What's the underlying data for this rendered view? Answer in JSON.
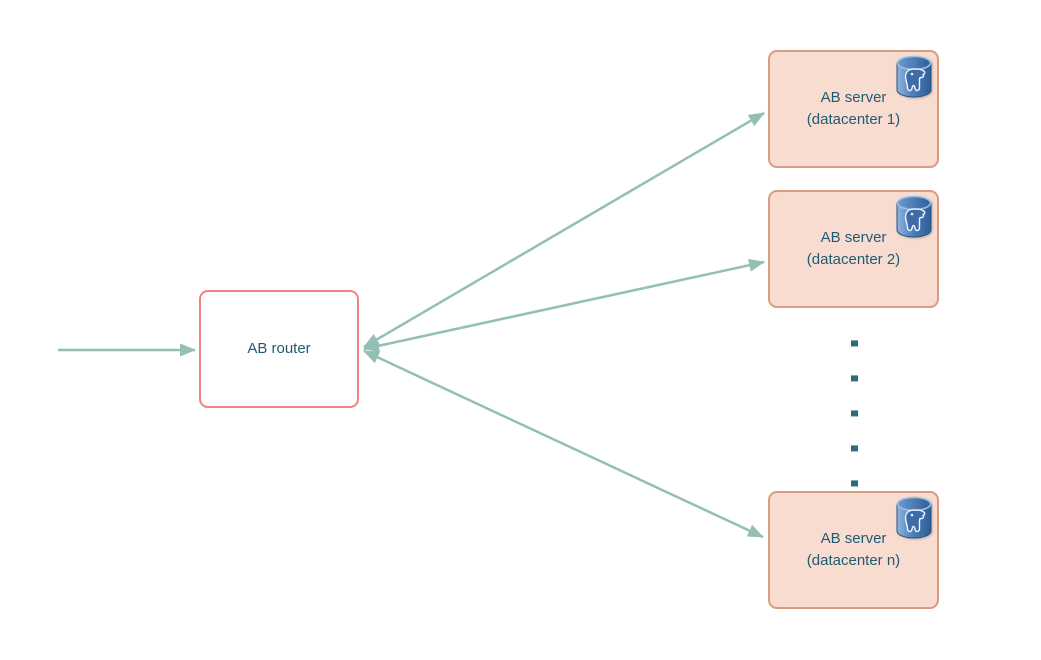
{
  "diagram": {
    "router": {
      "label": "AB router"
    },
    "servers": [
      {
        "line1": "AB server",
        "line2": "(datacenter 1)"
      },
      {
        "line1": "AB server",
        "line2": "(datacenter 2)"
      },
      {
        "line1": "AB server",
        "line2": "(datacenter n)"
      }
    ],
    "ellipsis_dot_count": 5,
    "icons": {
      "database": "postgresql-database-icon"
    },
    "colors": {
      "background": "#ffffff",
      "arrow": "#93bfb5",
      "router_border": "#f4837e",
      "router_fill": "#ffffff",
      "server_border": "#d89c84",
      "server_fill": "#f8dcd0",
      "text": "#1f5b73",
      "ellipsis_dot": "#2e6b7e",
      "db_icon_blue": "#4d80bd"
    }
  }
}
